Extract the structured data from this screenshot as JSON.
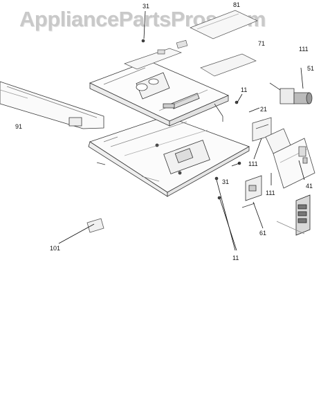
{
  "watermark": "AppliancePartsPros.com",
  "callouts": {
    "c31_top": "31",
    "c81": "81",
    "c71": "71",
    "c111_top": "111",
    "c51": "51",
    "c11_upper": "11",
    "c21": "21",
    "c91": "91",
    "c111_mid": "111",
    "c31_mid": "31",
    "c41": "41",
    "c111_low": "111",
    "c61": "61",
    "c101": "101",
    "c11_lower": "11"
  }
}
